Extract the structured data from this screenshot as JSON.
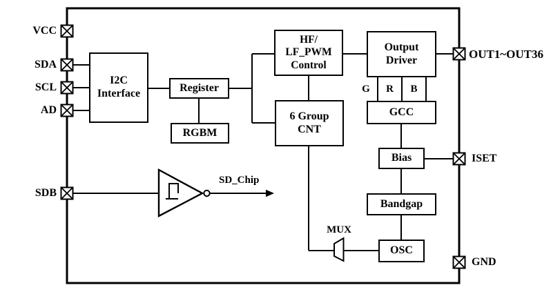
{
  "diagram": {
    "title_semantic": "LED driver IC functional block diagram",
    "colors": {
      "line": "#000000",
      "background": "#ffffff"
    },
    "pins": {
      "left": [
        {
          "id": "vcc",
          "label": "VCC"
        },
        {
          "id": "sda",
          "label": "SDA"
        },
        {
          "id": "scl",
          "label": "SCL"
        },
        {
          "id": "ad",
          "label": "AD"
        },
        {
          "id": "sdb",
          "label": "SDB"
        }
      ],
      "right": [
        {
          "id": "out",
          "label": "OUT1~OUT36"
        },
        {
          "id": "iset",
          "label": "ISET"
        },
        {
          "id": "gnd",
          "label": "GND"
        }
      ]
    },
    "blocks": {
      "i2c_interface": "I2C\nInterface",
      "register": "Register",
      "rgbm": "RGBM",
      "hf_lf_pwm_control": "HF/\nLF_PWM\nControl",
      "six_group_cnt": "6 Group\nCNT",
      "output_driver": "Output\nDriver",
      "gcc": "GCC",
      "bias": "Bias",
      "bandgap": "Bandgap",
      "osc": "OSC"
    },
    "channels": {
      "g": "G",
      "r": "R",
      "b": "B"
    },
    "labels": {
      "mux": "MUX",
      "sd_chip": "SD_Chip"
    }
  }
}
